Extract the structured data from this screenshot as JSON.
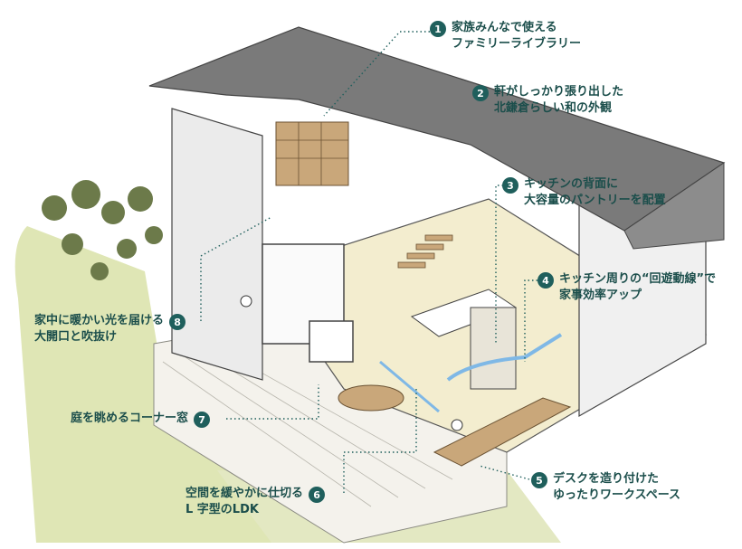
{
  "colors": {
    "accent": "#1f5f5c",
    "label_text": "#1b4e4b",
    "roof": "#7a7a7a",
    "lawn": "#dfe6b5",
    "deck": "#f4f2ec",
    "floor": "#f3edcf",
    "wood": "#c9a77a"
  },
  "callouts": [
    {
      "num": "1",
      "lines": [
        "家族みんなで使える",
        "ファミリーライブラリー"
      ]
    },
    {
      "num": "2",
      "lines": [
        "軒がしっかり張り出した",
        "北鎌倉らしい和の外観"
      ]
    },
    {
      "num": "3",
      "lines": [
        "キッチンの背面に",
        "大容量のパントリーを配置"
      ]
    },
    {
      "num": "4",
      "lines": [
        "キッチン周りの“回遊動線”で",
        "家事効率アップ"
      ]
    },
    {
      "num": "5",
      "lines": [
        "デスクを造り付けた",
        "ゆったりワークスペース"
      ]
    },
    {
      "num": "6",
      "lines": [
        "空間を緩やかに仕切る",
        "L 字型のLDK"
      ]
    },
    {
      "num": "7",
      "lines": [
        "庭を眺めるコーナー窓"
      ]
    },
    {
      "num": "8",
      "lines": [
        "家中に暖かい光を届ける",
        "大開口と吹抜け"
      ]
    }
  ]
}
